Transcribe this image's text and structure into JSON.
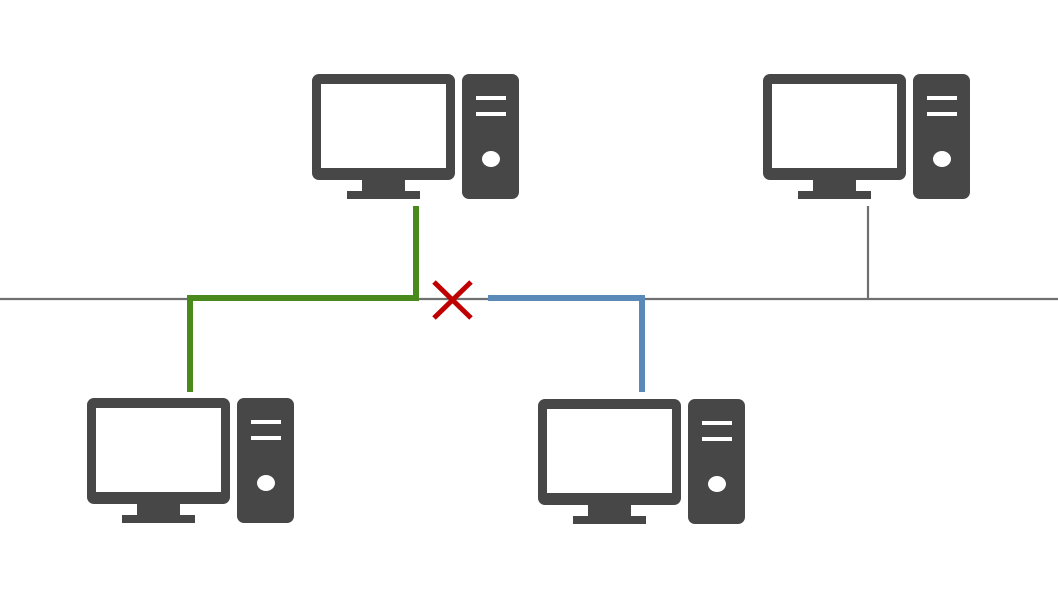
{
  "colors": {
    "background": "#ffffff",
    "bus_line": "#707070",
    "computer": "#474747",
    "active_link": "#4a8a1c",
    "blocked_link": "#5b8ab8",
    "collision_mark": "#c00000",
    "screen": "#ffffff"
  },
  "nodes": [
    {
      "id": "computer-top-left",
      "name": "computer",
      "link": "active"
    },
    {
      "id": "computer-top-right",
      "name": "computer",
      "link": "idle"
    },
    {
      "id": "computer-bottom-left",
      "name": "computer",
      "link": "active"
    },
    {
      "id": "computer-bottom-middle",
      "name": "computer",
      "link": "blocked"
    }
  ],
  "icons": {
    "computer": "desktop-computer-icon",
    "break": "x-mark-icon"
  }
}
